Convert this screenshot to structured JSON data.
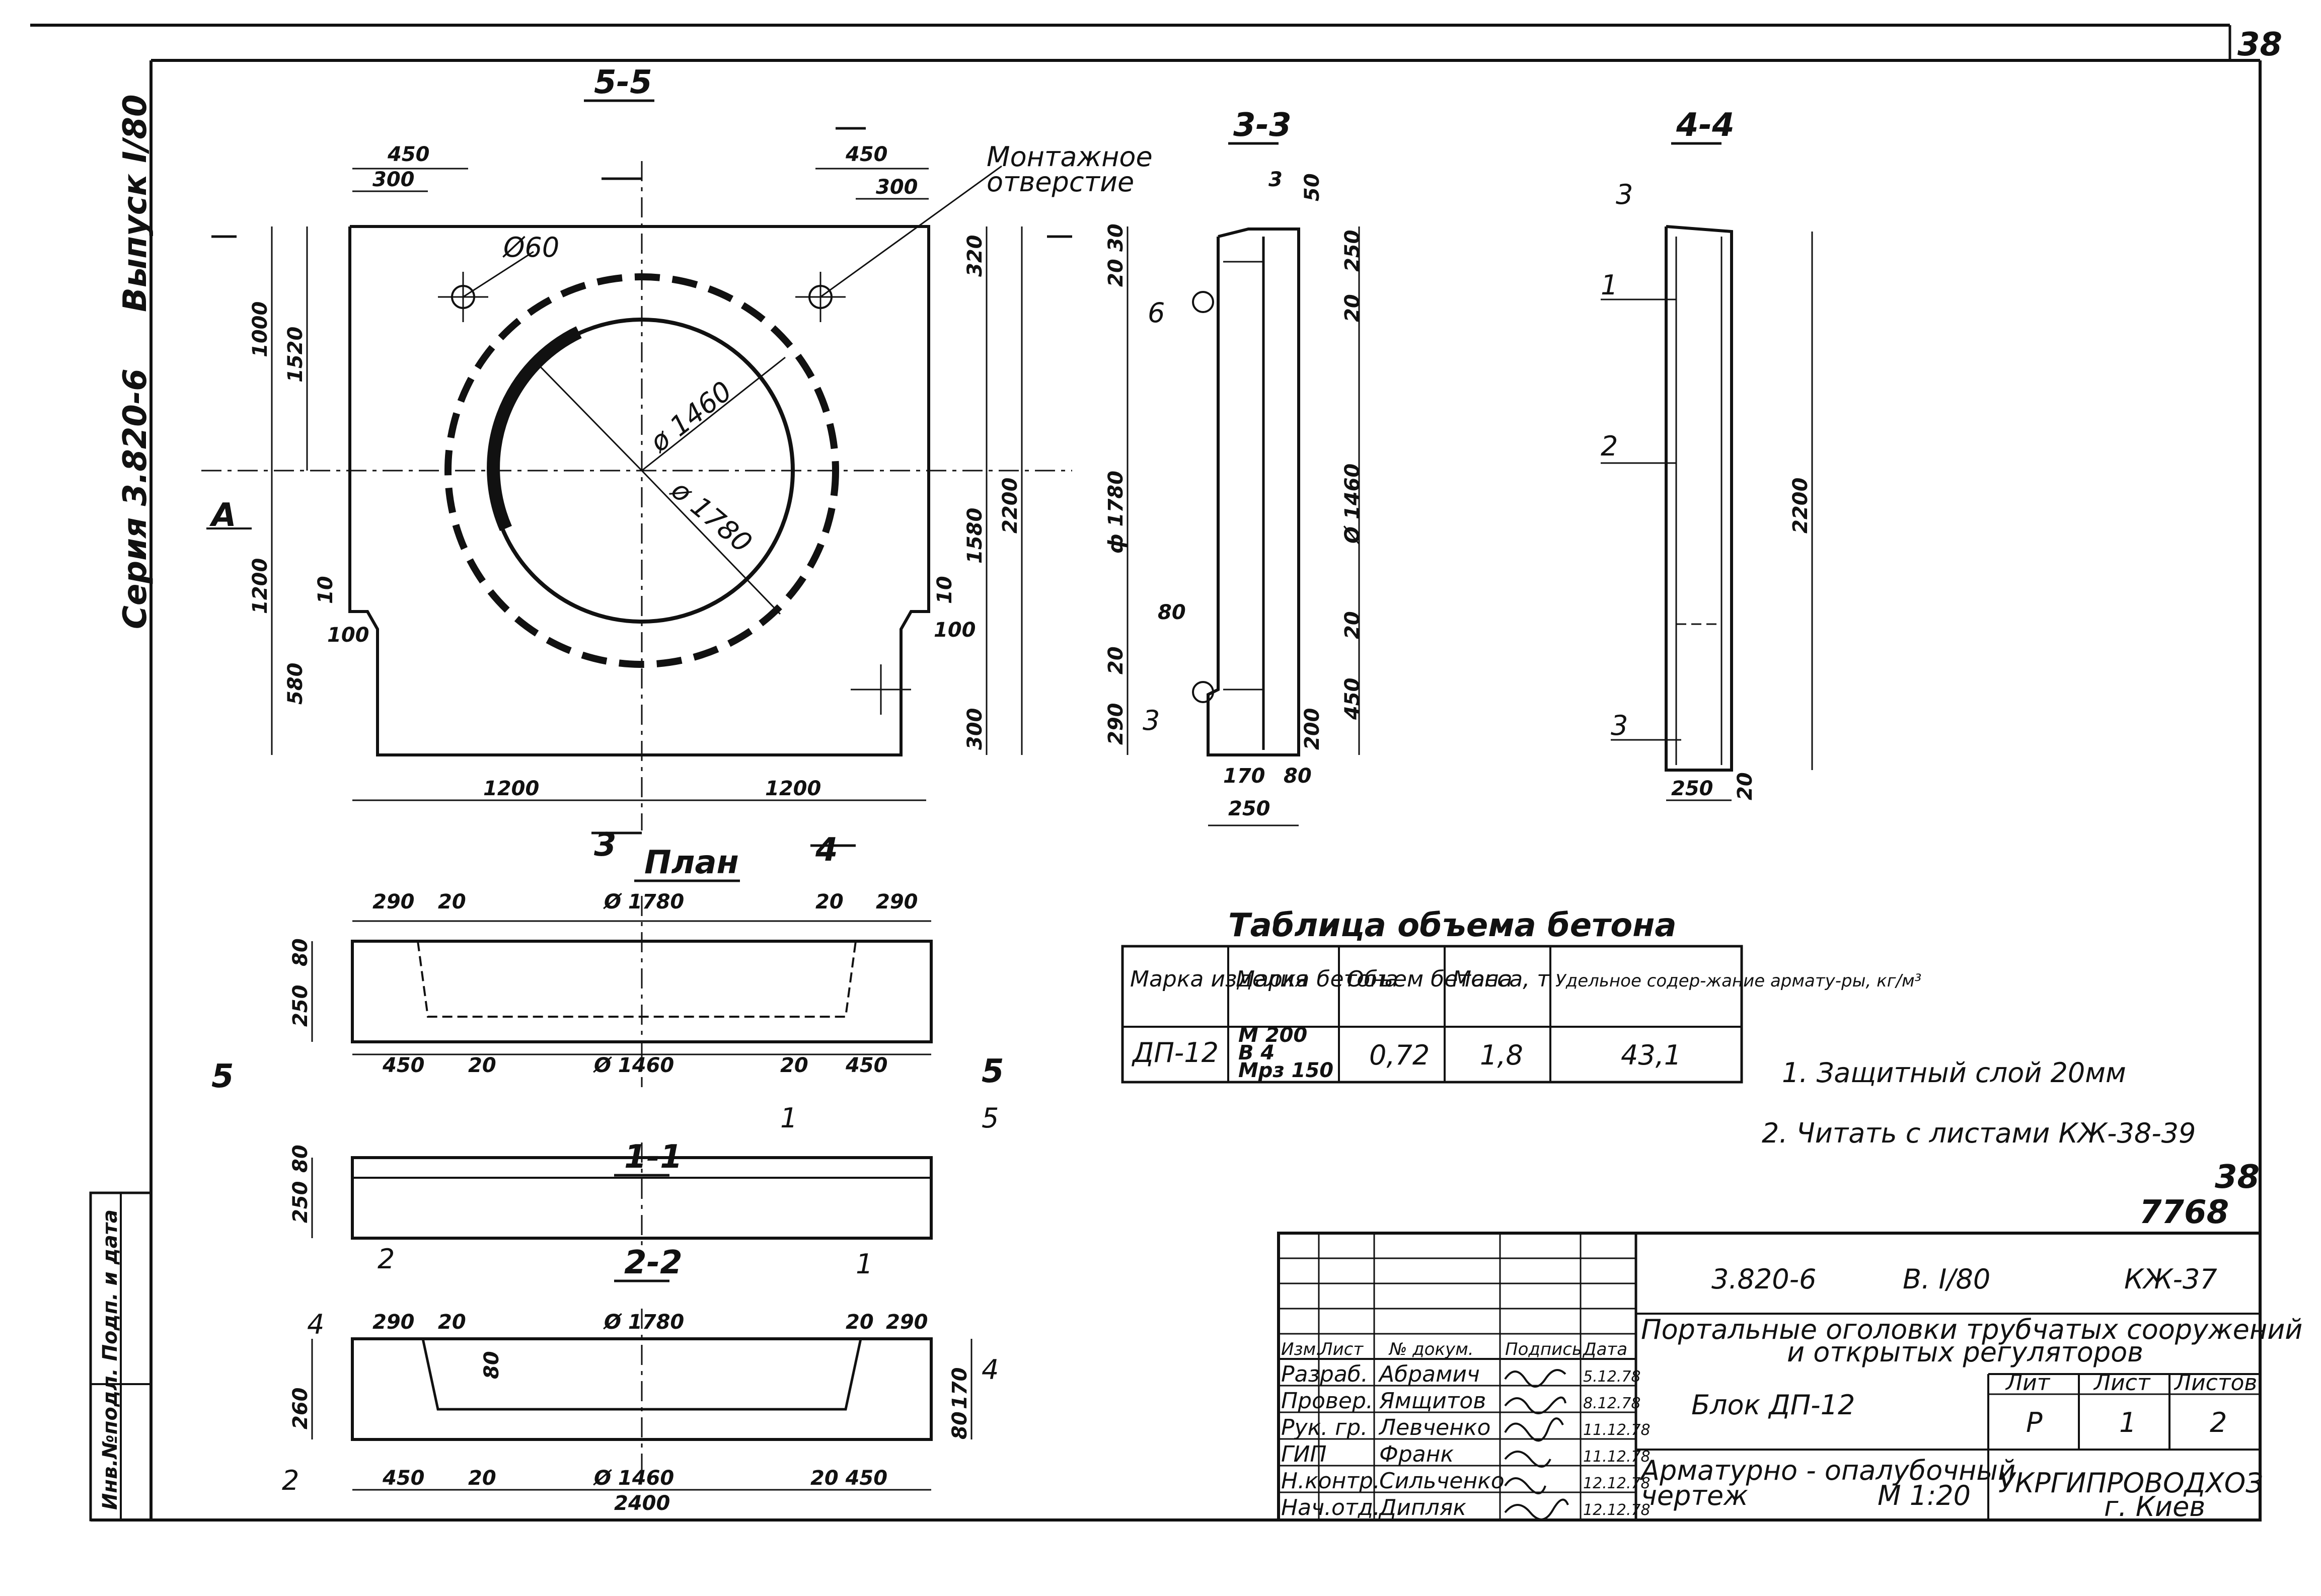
{
  "sheet": {
    "number": "38",
    "archive_no": "7768",
    "archive_sheet": "38"
  },
  "side": {
    "series": "Серия 3.820-6",
    "issue": "Выпуск I/80",
    "inv_field": "Инв.№подл. Подп. и дата"
  },
  "views": {
    "s55": "5-5",
    "s33": "3-3",
    "s44": "4-4",
    "plan": "План",
    "s11": "1-1",
    "s22": "2-2"
  },
  "labels": {
    "montage": "Монтажное",
    "montage2": "отверстие",
    "d60": "Ø60",
    "d1460": "ø 1460",
    "d1780": "ø 1780",
    "dim_1460": "Ø 1460",
    "dim_1780": "Ø 1780",
    "arrowA": "A"
  },
  "dims55": {
    "d450a": "450",
    "d300a": "300",
    "d450b": "450",
    "d300b": "300",
    "d1000": "1000",
    "d1520": "1520",
    "d1200": "1200",
    "d580": "580",
    "d10a": "10",
    "d100a": "100",
    "d320": "320",
    "d1580": "1580",
    "d2200": "2200",
    "d10b": "10",
    "d100b": "100",
    "d300c": "300",
    "w1200a": "1200",
    "w1200b": "1200"
  },
  "dims33": {
    "d3": "3",
    "d50": "50",
    "d30": "30",
    "d20a": "20",
    "d6": "6",
    "d250": "250",
    "d20b": "20",
    "d1780": "ф 1780",
    "d1460": "Ø 1460",
    "d80a": "80",
    "d20c": "20",
    "d20d": "20",
    "d290": "290",
    "d3b": "3",
    "d200": "200",
    "d450": "450",
    "d170": "170",
    "d80b": "80",
    "d250b": "250"
  },
  "dims44": {
    "n3a": "3",
    "n1": "1",
    "n2": "2",
    "n3b": "3",
    "d2200": "2200",
    "d250": "250",
    "d20": "20"
  },
  "dimsPlan": {
    "d290a": "290",
    "d20a": "20",
    "d1780": "Ø 1780",
    "d20b": "20",
    "d290b": "290",
    "d80": "80",
    "d250": "250",
    "d450a": "450",
    "d20c": "20",
    "d1460": "Ø 1460",
    "d20d": "20",
    "d450b": "450",
    "m5a": "5",
    "m5b": "5",
    "m3": "3",
    "m4": "4"
  },
  "dims11": {
    "d80": "80",
    "d250": "250",
    "n1": "1",
    "n5": "5",
    "n2": "2"
  },
  "dims22": {
    "n1": "1",
    "d290a": "290",
    "d20a": "20",
    "d1780": "Ø 1780",
    "d20b": "20",
    "d290b": "290",
    "n4a": "4",
    "n4b": "4",
    "d80": "80",
    "d260": "260",
    "d170": "170",
    "d80b": "80",
    "n2": "2",
    "d450a": "450",
    "d20c": "20",
    "d1460": "Ø 1460",
    "d20d": "20 450",
    "d2400": "2400"
  },
  "concrete_table": {
    "title": "Таблица объема бетона",
    "headers": [
      "Марка изделия",
      "Марка бетона",
      "Объем бетона",
      "Масса, т",
      "Удельное содер-жание армату-ры, кг/м³"
    ],
    "row": {
      "mark": "ДП-12",
      "grade1": "М 200",
      "grade2": "В 4",
      "grade3": "Мрз 150",
      "volume": "0,72",
      "mass": "1,8",
      "steel": "43,1"
    }
  },
  "notes": [
    "1. Защитный слой 20мм",
    "2. Читать с листами КЖ-38-39"
  ],
  "stamp": {
    "code": "3.820-6",
    "issue": "В. I/80",
    "sheet_code": "КЖ-37",
    "title1": "Портальные оголовки трубчатых сооружений",
    "title2": "и открытых регуляторов",
    "block": "Блок ДП-12",
    "drawing1": "Арматурно - опалубочный",
    "drawing2": "чертеж",
    "scale": "М 1:20",
    "org1": "УКРГИПРОВОДХОЗ",
    "org2": "г. Киев",
    "lit_h": "Лит",
    "sheet_h": "Лист",
    "sheets_h": "Листов",
    "lit": "Р",
    "sheet": "1",
    "sheets": "2",
    "col_h": [
      "Изм.",
      "Лист",
      "№ докум.",
      "Подпись",
      "Дата"
    ],
    "people": [
      {
        "role": "Разраб.",
        "name": "Абрамич",
        "date": "5.12.78"
      },
      {
        "role": "Провер.",
        "name": "Ямщитов",
        "date": "8.12.78"
      },
      {
        "role": "Рук. гр.",
        "name": "Левченко",
        "date": "11.12.78"
      },
      {
        "role": "ГИП",
        "name": "Франк",
        "date": "11.12.78"
      },
      {
        "role": "Н.контр.",
        "name": "Сильченко",
        "date": "12.12.78"
      },
      {
        "role": "Нач.отд.",
        "name": "Дипляк",
        "date": "12.12.78"
      }
    ]
  }
}
